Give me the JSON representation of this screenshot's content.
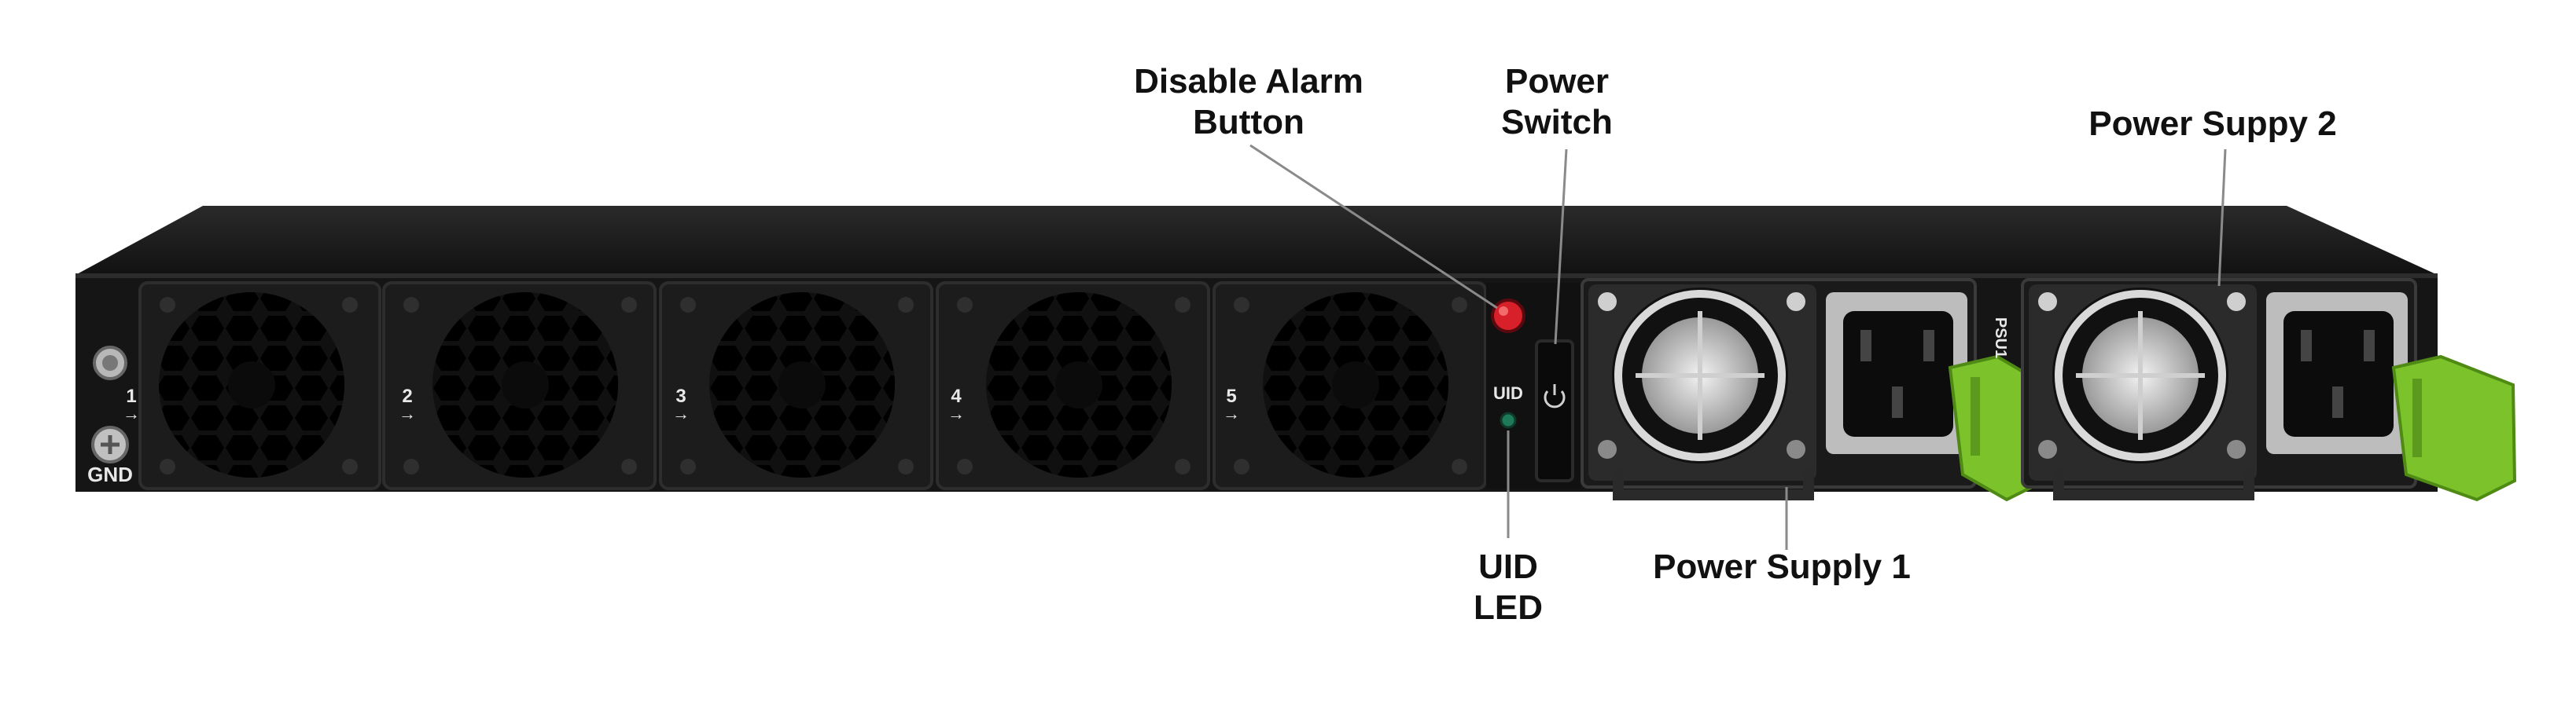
{
  "callouts": {
    "disable_alarm": [
      "Disable Alarm",
      "Button"
    ],
    "power_switch": [
      "Power",
      "Switch"
    ],
    "power_supply_2": "Power Suppy 2",
    "power_supply_1": "Power Supply 1",
    "uid_led": [
      "UID",
      "LED"
    ]
  },
  "panel": {
    "fan_numbers": [
      "1",
      "2",
      "3",
      "4",
      "5"
    ],
    "gnd_label": "GND",
    "uid_label": "UID",
    "psu_label": "PSU1",
    "power_icon": "power-icon"
  },
  "colors": {
    "chassis": "#141414",
    "alarm_button": "#d8202a",
    "psu_latch": "#7cc22a",
    "uid_led": "#1f7a5a",
    "leader_line": "#888888"
  }
}
